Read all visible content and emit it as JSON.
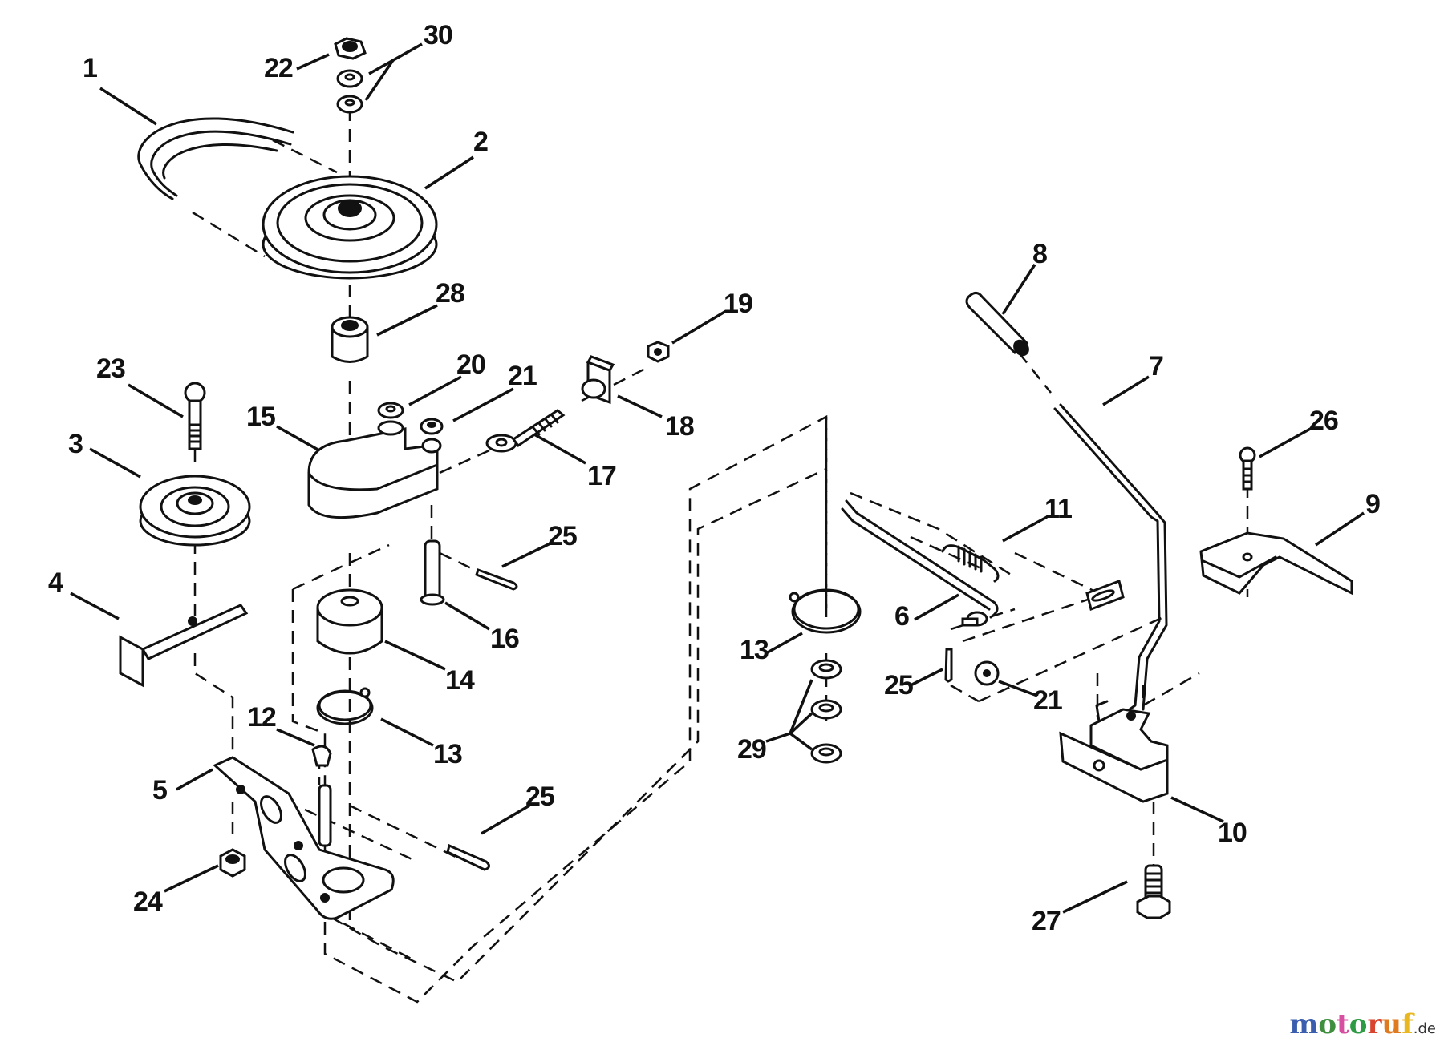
{
  "diagram": {
    "title": "Exploded parts diagram - clutch / idler pulley assembly",
    "callouts": [
      {
        "id": "c1",
        "label": "1",
        "part": "v-belt"
      },
      {
        "id": "c2",
        "label": "2",
        "part": "pulley-large"
      },
      {
        "id": "c3",
        "label": "3",
        "part": "idler-pulley"
      },
      {
        "id": "c4",
        "label": "4",
        "part": "belt-guide"
      },
      {
        "id": "c5",
        "label": "5",
        "part": "idler-bracket"
      },
      {
        "id": "c6",
        "label": "6",
        "part": "clutch-rod"
      },
      {
        "id": "c7",
        "label": "7",
        "part": "clutch-lever"
      },
      {
        "id": "c8",
        "label": "8",
        "part": "handle-grip"
      },
      {
        "id": "c9",
        "label": "9",
        "part": "lever-guide"
      },
      {
        "id": "c10",
        "label": "10",
        "part": "lever-bracket"
      },
      {
        "id": "c11",
        "label": "11",
        "part": "spring"
      },
      {
        "id": "c12",
        "label": "12",
        "part": "nut"
      },
      {
        "id": "c13a",
        "label": "13",
        "part": "retaining-ring"
      },
      {
        "id": "c13b",
        "label": "13",
        "part": "retaining-ring"
      },
      {
        "id": "c14",
        "label": "14",
        "part": "spacer"
      },
      {
        "id": "c15",
        "label": "15",
        "part": "idler-arm"
      },
      {
        "id": "c16",
        "label": "16",
        "part": "clevis-pin"
      },
      {
        "id": "c17",
        "label": "17",
        "part": "eye-bolt"
      },
      {
        "id": "c18",
        "label": "18",
        "part": "bracket-clip"
      },
      {
        "id": "c19",
        "label": "19",
        "part": "hex-nut"
      },
      {
        "id": "c20",
        "label": "20",
        "part": "washer"
      },
      {
        "id": "c21a",
        "label": "21",
        "part": "washer"
      },
      {
        "id": "c21b",
        "label": "21",
        "part": "washer"
      },
      {
        "id": "c22",
        "label": "22",
        "part": "hex-nut"
      },
      {
        "id": "c23",
        "label": "23",
        "part": "hex-bolt"
      },
      {
        "id": "c24",
        "label": "24",
        "part": "lock-nut"
      },
      {
        "id": "c25a",
        "label": "25",
        "part": "cotter-pin"
      },
      {
        "id": "c25b",
        "label": "25",
        "part": "cotter-pin"
      },
      {
        "id": "c25c",
        "label": "25",
        "part": "cotter-pin"
      },
      {
        "id": "c26",
        "label": "26",
        "part": "screw"
      },
      {
        "id": "c27",
        "label": "27",
        "part": "hex-bolt"
      },
      {
        "id": "c28",
        "label": "28",
        "part": "bushing"
      },
      {
        "id": "c29",
        "label": "29",
        "part": "washers"
      },
      {
        "id": "c30",
        "label": "30",
        "part": "washers"
      }
    ]
  },
  "watermark": {
    "letters": [
      "m",
      "o",
      "t",
      "o",
      "r",
      "u",
      "f"
    ],
    "colors": [
      "#3b5fae",
      "#3f8f3f",
      "#d64fa0",
      "#2e9a44",
      "#d9442e",
      "#e07a1f",
      "#e9b820"
    ],
    "tld": ".de"
  }
}
